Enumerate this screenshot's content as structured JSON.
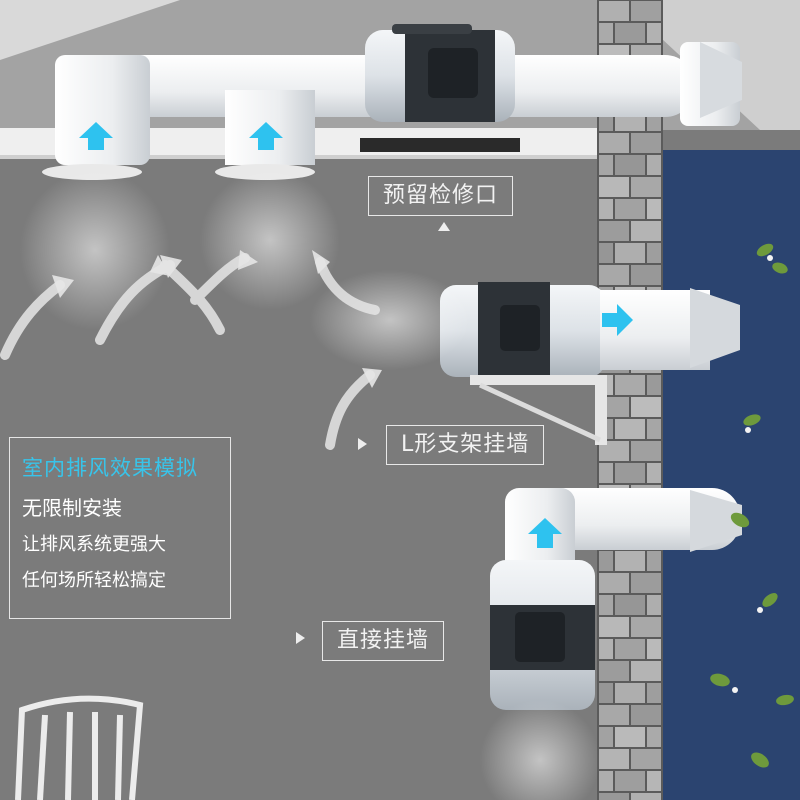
{
  "labels": {
    "inspection_port": "预留检修口",
    "l_bracket": "L形支架挂墙",
    "direct_wall": "直接挂墙"
  },
  "info_panel": {
    "title": "室内排风效果模拟",
    "line1": "无限制安装",
    "line2": "让排风系统更强大",
    "line3": "任何场所轻松搞定"
  },
  "colors": {
    "accent_blue": "#2ec2ef",
    "wall_gray": "#7b7b7b",
    "ceiling_white": "#eeeeee",
    "exterior_blue": "#2b4470"
  }
}
